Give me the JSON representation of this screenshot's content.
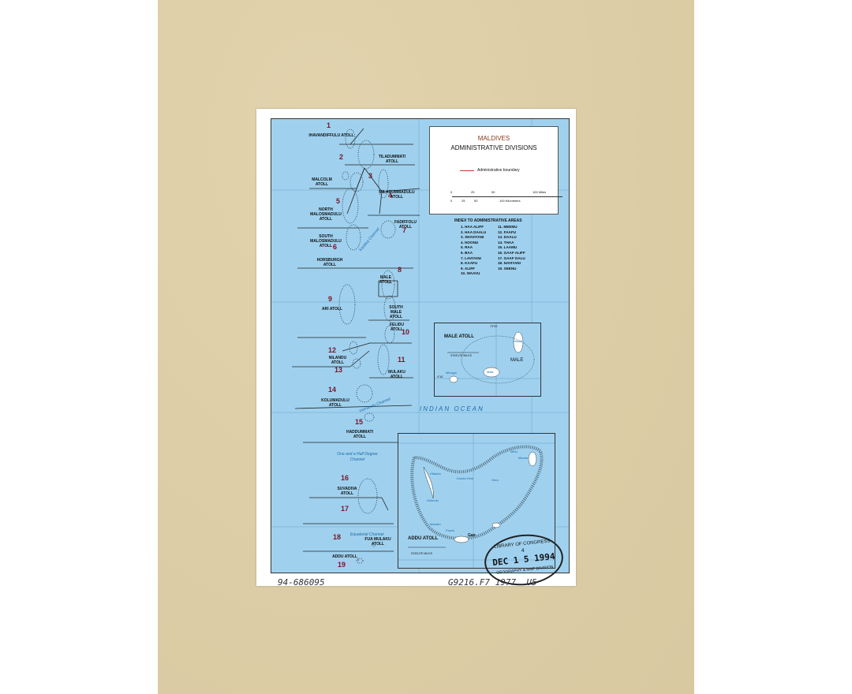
{
  "title": {
    "country": "MALDIVES",
    "subtitle": "ADMINISTRATIVE DIVISIONS"
  },
  "legend": {
    "boundary_label": "Administrative boundary",
    "boundary_color": "#c0392b"
  },
  "scale": {
    "miles": [
      "0",
      "25",
      "50",
      "100 Miles"
    ],
    "km": [
      "0",
      "25",
      "50",
      "100 Kilometers"
    ]
  },
  "index": {
    "heading": "INDEX TO ADMINISTRATIVE AREAS",
    "col1": [
      "1. HAA ALIFF",
      "2. HAA DAALU",
      "3. SHAVIYANI",
      "4. NOONU",
      "5. RAA",
      "6. BAA",
      "7. LAVIYANI",
      "8. KAAFU",
      "9. ALIFF",
      "10. WAAVU"
    ],
    "col2": [
      "11. MEEMU",
      "12. FAAFU",
      "13. DAALU",
      "14. THAA",
      "15. LAAMU",
      "16. GAAF ALIFF",
      "17. GAAF DALU",
      "18. NAVIYANI",
      "19. SEENU"
    ]
  },
  "atolls": {
    "ihavandiffulu": "IHAVANDIFFULU ATOLL",
    "tiladummati": "TILADUMMATI ATOLL",
    "malcolm": "MALCOLM ATOLL",
    "miladummadulu": "MILADUMMADULU ATOLL",
    "north_malosmadulu": "NORTH MALOSMADULU ATOLL",
    "fadiffolu": "FADIFFOLU ATOLL",
    "south_malosmadulu": "SOUTH MALOSMADULU ATOLL",
    "horsburgh": "HORSBURGH ATOLL",
    "male": "MALE ATOLL",
    "ari": "ARI ATOLL",
    "south_male": "SOUTH MALE ATOLL",
    "felidu": "FELIDU ATOLL",
    "nilandu": "NILANDU ATOLL",
    "mulaku": "MULAKU ATOLL",
    "kolumadulu": "KOLUMADULU ATOLL",
    "haddummati": "HADDUMMATI ATOLL",
    "suvadiva": "SUVADIVA ATOLL",
    "fua_mulaku": "FUA MULAKU ATOLL",
    "addu": "ADDU ATOLL"
  },
  "numbers": [
    "1",
    "2",
    "3",
    "4",
    "5",
    "6",
    "7",
    "8",
    "9",
    "10",
    "11",
    "12",
    "13",
    "14",
    "15",
    "16",
    "17",
    "18",
    "19"
  ],
  "water": {
    "ocean": "INDIAN OCEAN",
    "kardiva": "Kardiva Channel",
    "veimandu": "Veimandu Channel",
    "one_half": "One and a Half Degree Channel",
    "equatorial": "Equatorial Channel"
  },
  "male_inset": {
    "title": "MALE ATOLL",
    "miles": "STATUTE MILES",
    "male": "MALE",
    "male_island": "Male",
    "hulule": "Hulule",
    "milhagiri": "Mihagiri",
    "lon": "73°30'",
    "lat": "4°10'"
  },
  "addu_inset": {
    "title": "ADDU ATOLL",
    "miles": "STATUTE MILES",
    "places": [
      "Hitaddu",
      "Kanda Hera",
      "Midu",
      "Hulhudu",
      "Maradu",
      "Feydu",
      "Gan",
      "Hera",
      "Meedu"
    ]
  },
  "stamp": {
    "line1": "LIBRARY OF CONGRESS",
    "line2": "4",
    "line3": "DEC 1 5 1994",
    "line4": "GEOGRAPHY & MAP DIVISION"
  },
  "handwriting": {
    "left": "94-686095",
    "right": "G9216.F7 1977 .U5"
  },
  "colors": {
    "water": "#9fd1ef",
    "mat": "#dfcfa6",
    "number": "#7a1428",
    "channel_text": "#1f6aa8"
  }
}
